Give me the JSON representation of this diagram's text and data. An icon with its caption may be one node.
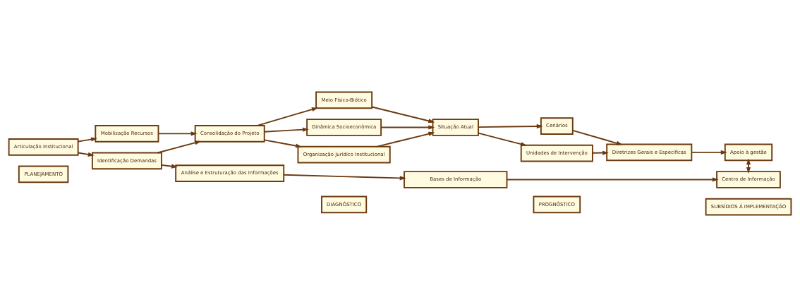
{
  "diagram": {
    "nodes": [
      {
        "text": [
          "PLANEJAMENTO"
        ]
      },
      {
        "text": [
          "DIAGNÓSTICO"
        ]
      },
      {
        "text": [
          "PROGNÓSTICO"
        ]
      },
      {
        "text": [
          "SUBSÍDIOS À IMPLEMENTAÇÃO"
        ]
      },
      {
        "text": [
          "Articulação Institucional"
        ]
      },
      {
        "text": [
          "Mobilização Recursos"
        ]
      },
      {
        "text": [
          "Identificação Demandas"
        ]
      },
      {
        "text": [
          "Consolidação do Projeto"
        ]
      },
      {
        "text": [
          "Meio Físico-Biótico"
        ]
      },
      {
        "text": [
          "Dinâmica Socioeconômica"
        ]
      },
      {
        "text": [
          "Organização Jurídico Institucional"
        ]
      },
      {
        "text": [
          "Situação Atual"
        ]
      },
      {
        "text": [
          "Cenários"
        ]
      },
      {
        "text": [
          "Unidades de Intervenção"
        ]
      },
      {
        "text": [
          "Diretrizes Gerais e Específicas"
        ]
      },
      {
        "text": [
          "Apoio à gestão"
        ]
      },
      {
        "text": [
          "Análise e Estruturação das Informações"
        ]
      },
      {
        "text": [
          "Bases de Informação"
        ]
      },
      {
        "text": [
          "Centro de Informação"
        ]
      }
    ],
    "edges": [
      {
        "from": 4,
        "to": 5,
        "arrow": "to"
      },
      {
        "from": 4,
        "to": 6,
        "arrow": "to"
      },
      {
        "from": 5,
        "to": 7,
        "arrow": "to"
      },
      {
        "from": 6,
        "to": 7,
        "arrow": "to"
      },
      {
        "from": 7,
        "to": 8,
        "arrow": "to"
      },
      {
        "from": 7,
        "to": 9,
        "arrow": "to"
      },
      {
        "from": 7,
        "to": 10,
        "arrow": "to"
      },
      {
        "from": 8,
        "to": 11,
        "arrow": "to"
      },
      {
        "from": 9,
        "to": 11,
        "arrow": "to"
      },
      {
        "from": 10,
        "to": 11,
        "arrow": "to"
      },
      {
        "from": 11,
        "to": 12,
        "arrow": "to"
      },
      {
        "from": 11,
        "to": 13,
        "arrow": "to"
      },
      {
        "from": 12,
        "to": 14,
        "arrow": "to"
      },
      {
        "from": 13,
        "to": 14,
        "arrow": "to"
      },
      {
        "from": 14,
        "to": 15,
        "arrow": "to"
      },
      {
        "from": 15,
        "to": 18,
        "arrow": "both"
      },
      {
        "from": 6,
        "to": 16,
        "arrow": "to"
      },
      {
        "from": 16,
        "to": 17,
        "arrow": "to"
      },
      {
        "from": 17,
        "to": 18,
        "arrow": "to"
      }
    ]
  }
}
